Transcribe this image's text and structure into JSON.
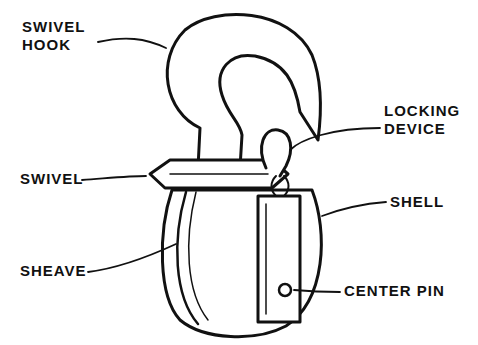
{
  "diagram": {
    "labels": [
      "SWIVEL HOOK",
      "SWIVEL",
      "LOCKING DEVICE",
      "SHELL",
      "SHEAVE",
      "CENTER PIN"
    ]
  }
}
